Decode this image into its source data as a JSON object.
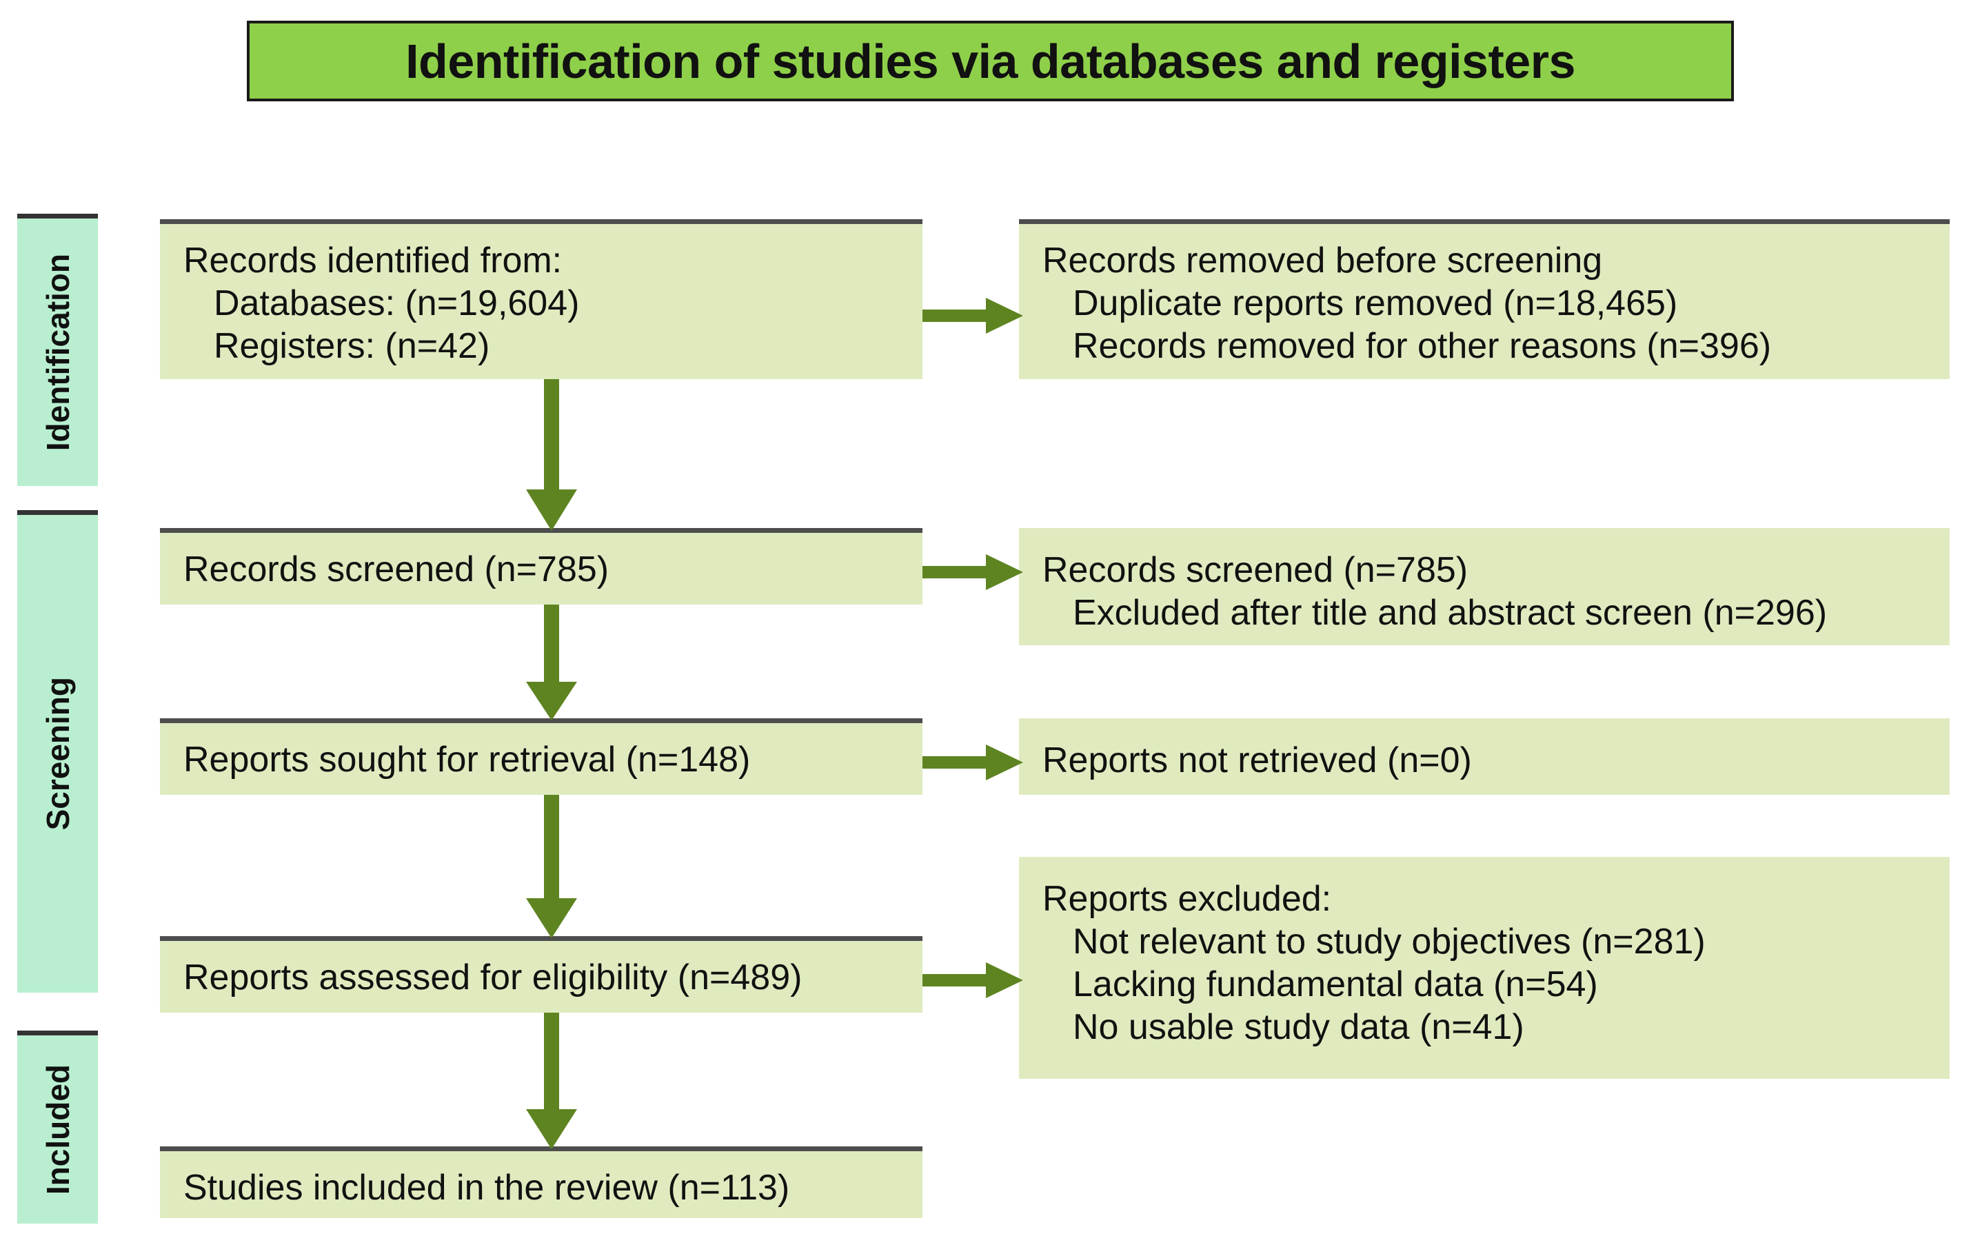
{
  "title": {
    "text": "Identification of studies via databases and registers",
    "bg_color": "#8fd04a",
    "border_color": "#1a1a1a"
  },
  "colors": {
    "box_fill": "#dfebbf",
    "box_border_top": "#4d4d4d",
    "stage_fill": "#b9efd0",
    "arrow": "#5e8421",
    "text": "#111111",
    "page_background": "#ffffff"
  },
  "stages": [
    {
      "label": "Identification",
      "name": "identification"
    },
    {
      "label": "Screening",
      "name": "screening"
    },
    {
      "label": "Included",
      "name": "included"
    }
  ],
  "boxes": {
    "identified": {
      "lines": [
        "Records identified from:",
        "Databases: (n=19,604)",
        "Registers: (n=42)"
      ]
    },
    "removed": {
      "lines": [
        "Records removed before screening",
        "Duplicate reports removed  (n=18,465)",
        "Records removed for other reasons (n=396)"
      ]
    },
    "screened": {
      "lines": [
        "Records screened (n=785)"
      ]
    },
    "excluded_screen": {
      "lines": [
        "Records screened (n=785)",
        "Excluded after title and abstract screen (n=296)"
      ]
    },
    "sought": {
      "lines": [
        "Reports sought for retrieval (n=148)"
      ]
    },
    "not_retrieved": {
      "lines": [
        "Reports not retrieved (n=0)"
      ]
    },
    "assessed": {
      "lines": [
        "Reports assessed for eligibility (n=489)"
      ]
    },
    "excluded": {
      "lines": [
        "Reports excluded:",
        "Not relevant to study objectives (n=281)",
        "Lacking fundamental data (n=54)",
        "No usable study data (n=41)"
      ]
    },
    "included": {
      "lines": [
        "Studies included in the review (n=113)"
      ]
    }
  },
  "chart_data": {
    "type": "table",
    "title": "Identification of studies via databases and registers",
    "flow": [
      {
        "stage": "Identification",
        "node": "Records identified from databases",
        "n": 19604
      },
      {
        "stage": "Identification",
        "node": "Records identified from registers",
        "n": 42
      },
      {
        "stage": "Identification",
        "node": "Duplicate reports removed",
        "n": 18465
      },
      {
        "stage": "Identification",
        "node": "Records removed for other reasons",
        "n": 396
      },
      {
        "stage": "Screening",
        "node": "Records screened",
        "n": 785
      },
      {
        "stage": "Screening",
        "node": "Excluded after title and abstract screen",
        "n": 296
      },
      {
        "stage": "Screening",
        "node": "Reports sought for retrieval",
        "n": 148
      },
      {
        "stage": "Screening",
        "node": "Reports not retrieved",
        "n": 0
      },
      {
        "stage": "Screening",
        "node": "Reports assessed for eligibility",
        "n": 489
      },
      {
        "stage": "Screening",
        "node": "Excluded: Not relevant to study objectives",
        "n": 281
      },
      {
        "stage": "Screening",
        "node": "Excluded: Lacking fundamental data",
        "n": 54
      },
      {
        "stage": "Screening",
        "node": "Excluded: No usable study data",
        "n": 41
      },
      {
        "stage": "Included",
        "node": "Studies included in the review",
        "n": 113
      }
    ]
  }
}
